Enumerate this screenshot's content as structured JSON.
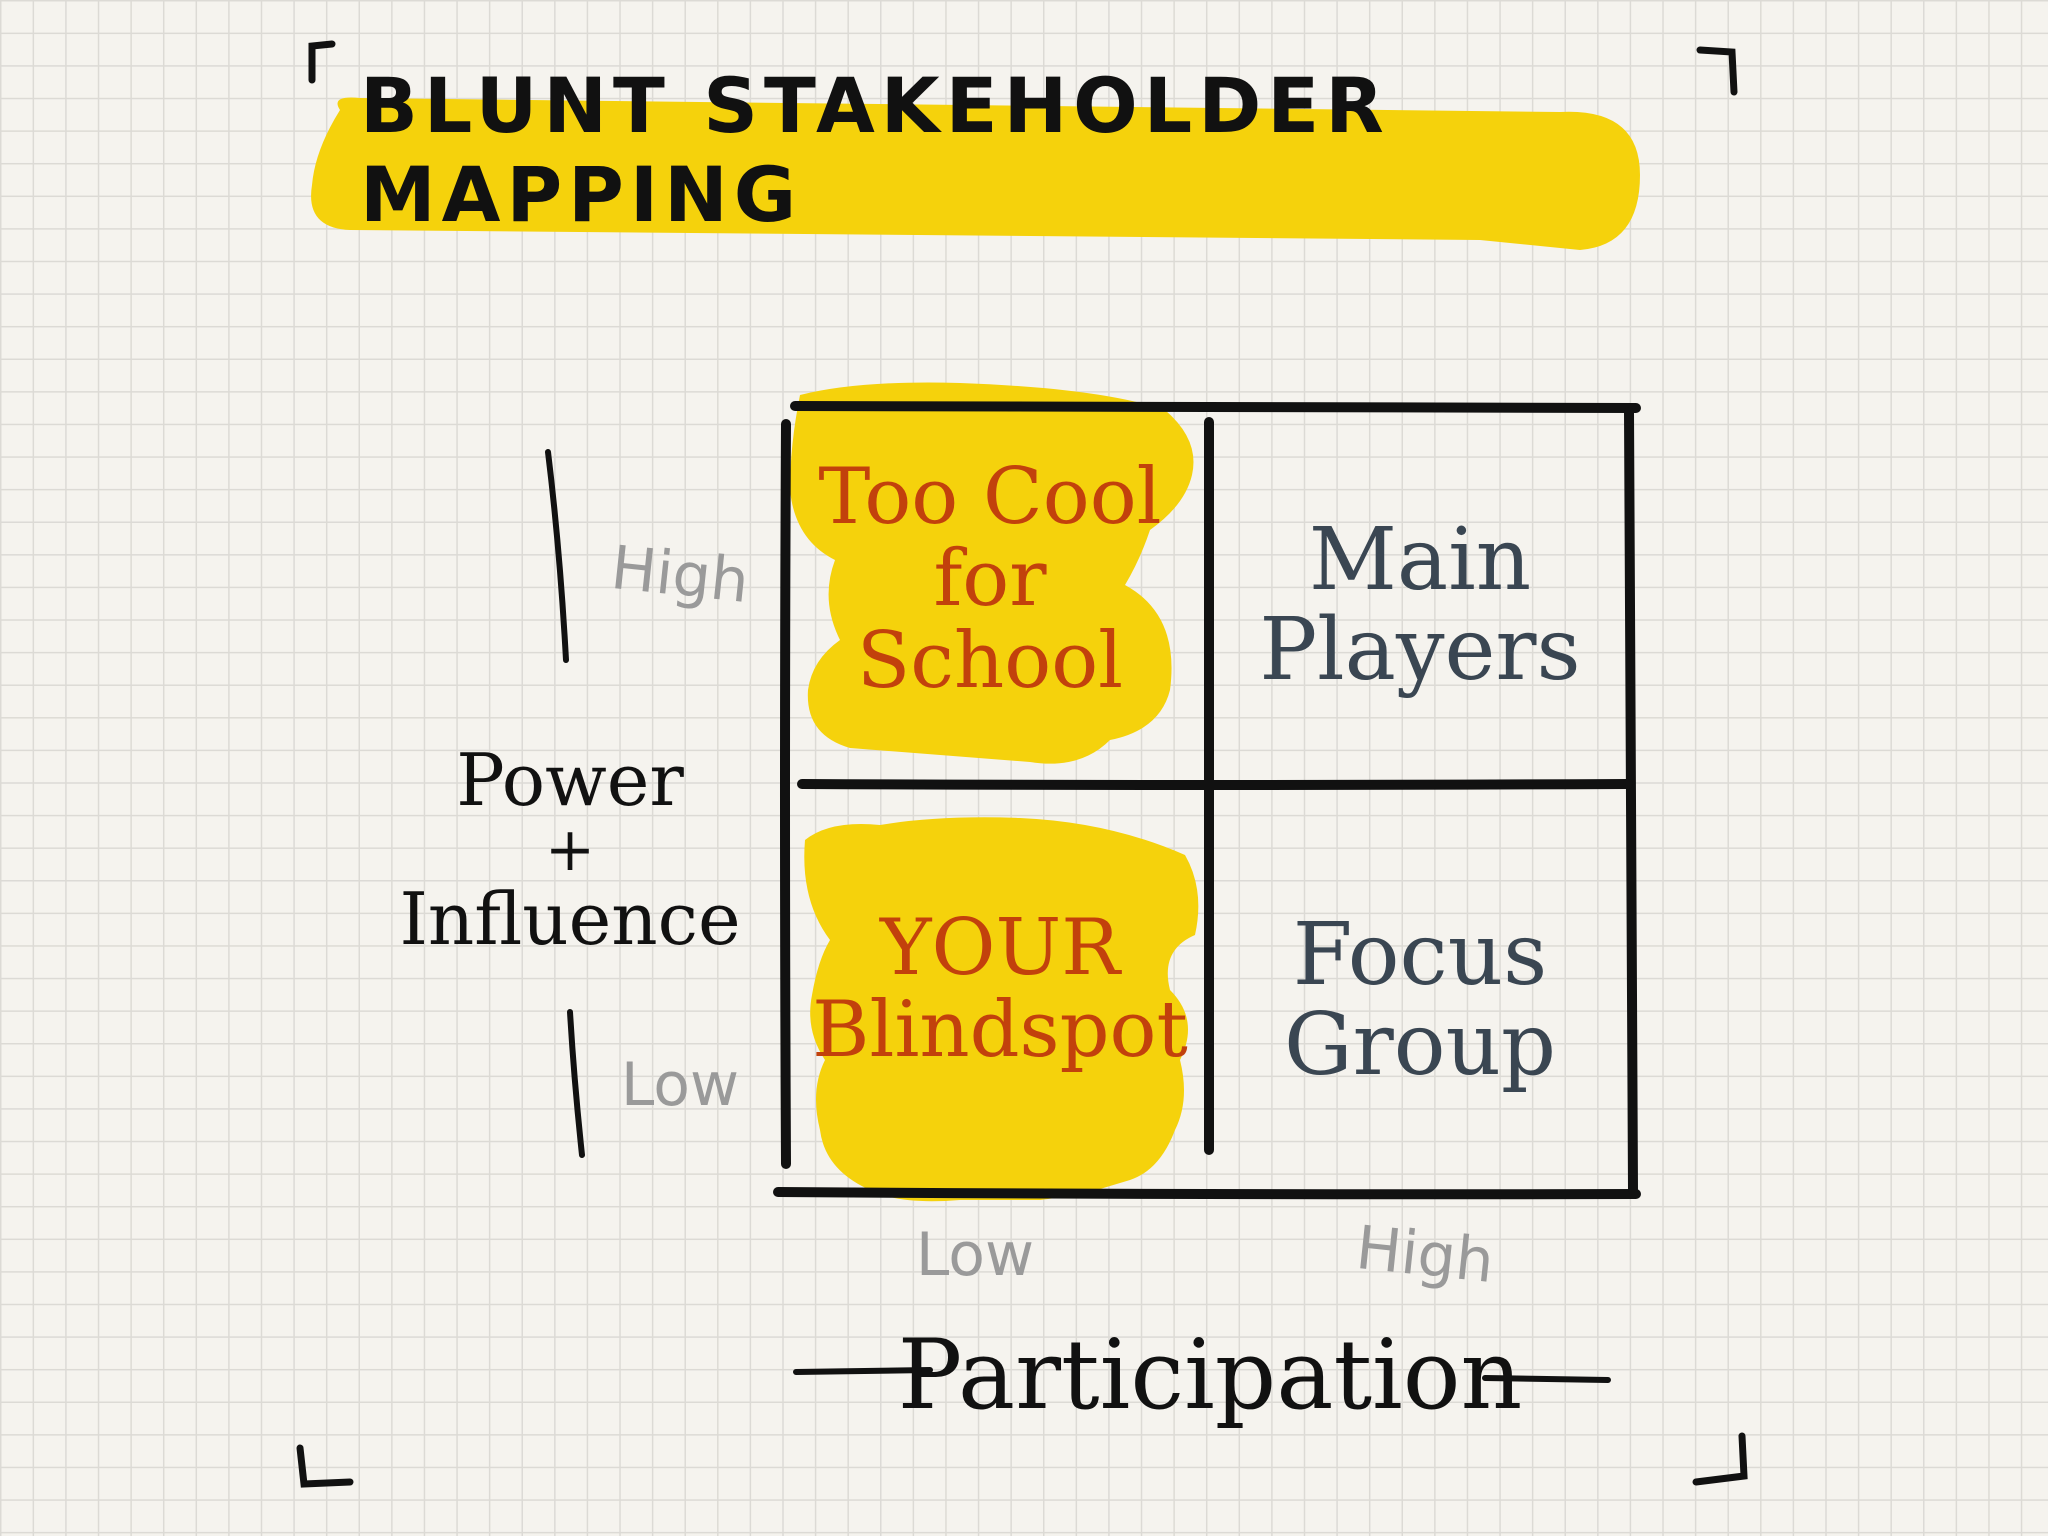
{
  "title": "BLUNT STAKEHOLDER MAPPING",
  "colors": {
    "highlight": "#f5d20c",
    "ink": "#111111",
    "warm_text": "#c2410c",
    "cool_text": "#3a4652",
    "tick_text": "#9a9a9a",
    "grid": "#dcdad5",
    "paper": "#f5f3ee"
  },
  "quadrants": {
    "top_left": {
      "line1": "Too Cool",
      "line2": "for School"
    },
    "top_right": {
      "line1": "Main",
      "line2": "Players"
    },
    "bottom_left": {
      "line1": "YOUR",
      "line2": "Blindspot"
    },
    "bottom_right": {
      "line1": "Focus",
      "line2": "Group"
    }
  },
  "y_axis": {
    "label_line1": "Power",
    "label_line2": "+",
    "label_line3": "Influence",
    "high": "High",
    "low": "Low"
  },
  "x_axis": {
    "label": "Participation",
    "low": "Low",
    "high": "High"
  }
}
